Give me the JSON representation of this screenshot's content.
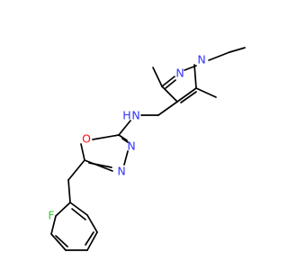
{
  "colors": {
    "bond": "#000000",
    "carbon": "#000000",
    "nitrogen": "#3333ff",
    "oxygen": "#ff0d0d",
    "fluorine": "#33cc33"
  },
  "atoms": {
    "n_pyrazole_1": "N",
    "n_pyrazole_2": "N",
    "n_amine": "N",
    "h_amine": "H",
    "o_oxadiazole": "O",
    "n_oxadiazole_1": "N",
    "n_oxadiazole_2": "N",
    "f_fluoro": "F"
  }
}
